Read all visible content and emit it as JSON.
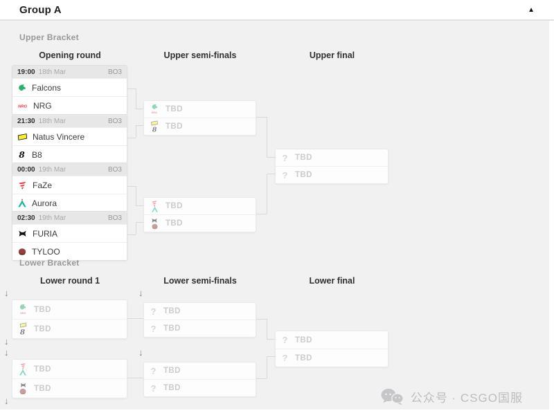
{
  "header": {
    "title": "Group A",
    "collapse_icon": "▲"
  },
  "tbd": "TBD",
  "placeholder_icon": "?",
  "drop_arrow": "↓",
  "upper": {
    "label": "Upper Bracket",
    "columns": [
      "Opening round",
      "Upper semi-finals",
      "Upper final"
    ],
    "matches": [
      {
        "time": "19:00",
        "date": "18th Mar",
        "format": "BO3",
        "team1": "Falcons",
        "team2": "NRG"
      },
      {
        "time": "21:30",
        "date": "18th Mar",
        "format": "BO3",
        "team1": "Natus Vincere",
        "team2": "B8"
      },
      {
        "time": "00:00",
        "date": "19th Mar",
        "format": "BO3",
        "team1": "FaZe",
        "team2": "Aurora"
      },
      {
        "time": "02:30",
        "date": "19th Mar",
        "format": "BO3",
        "team1": "FURIA",
        "team2": "TYLOO"
      }
    ],
    "semifinals": [
      {
        "slot1_possible": [
          "Falcons",
          "NRG"
        ],
        "slot2_possible": [
          "Natus Vincere",
          "B8"
        ]
      },
      {
        "slot1_possible": [
          "FaZe",
          "Aurora"
        ],
        "slot2_possible": [
          "FURIA",
          "TYLOO"
        ]
      }
    ]
  },
  "lower": {
    "label": "Lower Bracket",
    "columns": [
      "Lower round 1",
      "Lower semi-finals",
      "Lower final"
    ],
    "round1": [
      {
        "slot1_possible": [
          "Falcons",
          "NRG"
        ],
        "slot2_possible": [
          "Natus Vincere",
          "B8"
        ]
      },
      {
        "slot1_possible": [
          "FaZe",
          "Aurora"
        ],
        "slot2_possible": [
          "FURIA",
          "TYLOO"
        ]
      }
    ]
  },
  "logo_colors": {
    "falcons": "#2fae6d",
    "nrg": "#e0393f",
    "navi": "#f7ea3b",
    "b8": "#111111",
    "faze": "#e23d49",
    "aurora": "#17b29b",
    "furia": "#151515",
    "tyloo": "#93403f"
  },
  "watermark": {
    "text": "公众号 · CSGO国服"
  }
}
